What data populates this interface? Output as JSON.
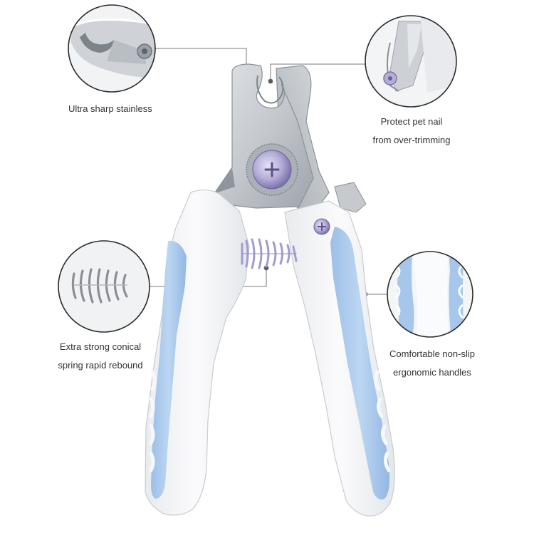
{
  "colors": {
    "background": "#ffffff",
    "handle_white": "#f3f4f6",
    "grip_blue": "#a9c8ec",
    "steel": "#c9cdd2",
    "steel_dark": "#8c9299",
    "screw": "#b7b0d8",
    "spring": "#a49bd0",
    "leader_line": "#7a7a7a"
  },
  "callouts": {
    "blade": {
      "label": "Ultra sharp stainless",
      "icon": "blade-closeup-icon"
    },
    "guard": {
      "line1": "Protect pet nail",
      "line2": "from over-trimming",
      "icon": "guard-closeup-icon"
    },
    "spring": {
      "line1": "Extra strong conical",
      "line2": "spring rapid rebound",
      "icon": "spring-closeup-icon"
    },
    "handle": {
      "line1": "Comfortable non-slip",
      "line2": "ergonomic handles",
      "icon": "handle-closeup-icon"
    }
  }
}
